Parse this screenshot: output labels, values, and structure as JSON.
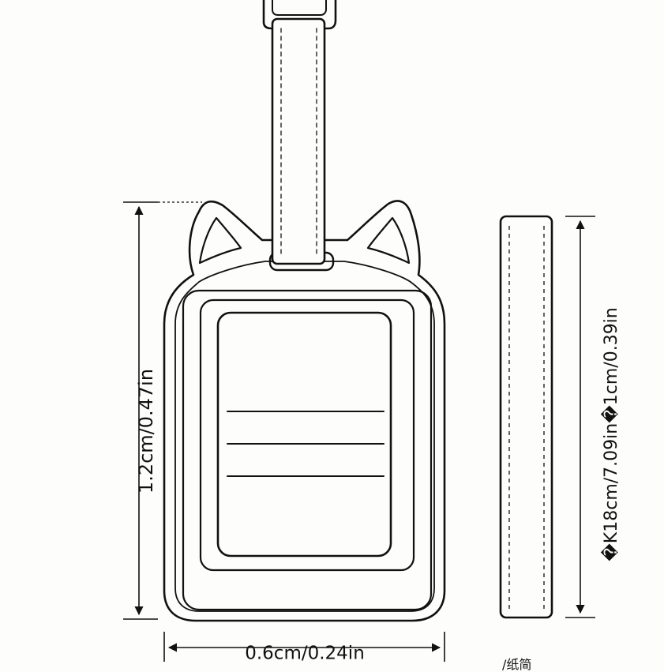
{
  "colors": {
    "line": "#111111",
    "background": "#fdfdfb"
  },
  "icons": {
    "luggage_tag": "cat-ear-luggage-tag",
    "strap": "stitched-strap"
  },
  "dimensions": {
    "height_label": "1.2cm/0.47in",
    "width_label": "0.6cm/0.24in",
    "strap_label": "�K18cm/7.09in�1cm/0.39in",
    "partial_label": "/纸简"
  }
}
